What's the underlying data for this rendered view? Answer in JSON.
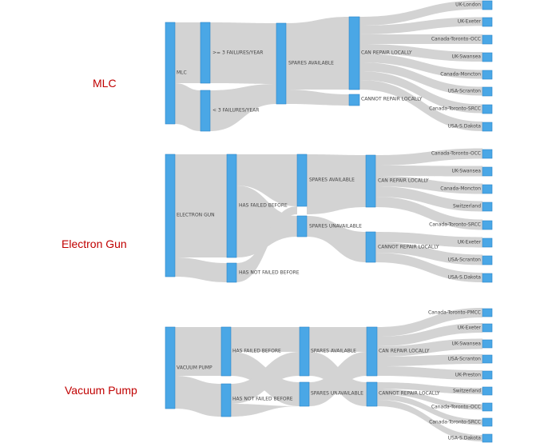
{
  "colors": {
    "node": "#4aa7e6",
    "node_stroke": "#2e86c9",
    "link": "#d3d3d3",
    "title": "#c00000"
  },
  "panels": [
    {
      "title": "MLC",
      "nodes": {
        "mlc": "MLC",
        "ge3": ">= 3 FAILURES/YEAR",
        "lt3": "< 3 FAILURES/YEAR",
        "spares": "SPARES AVAILABLE",
        "repair": "CAN REPAIR LOCALLY",
        "norepair": "CANNOT REPAIR LOCALLY",
        "d1": "UK-London",
        "d2": "UK-Exeter",
        "d3": "Canada-Toronto-OCC",
        "d4": "UK-Swansea",
        "d5": "Canada-Moncton",
        "d6": "USA-Scranton",
        "d7": "Canada-Toronto-SRCC",
        "d8": "USA-S.Dakota"
      }
    },
    {
      "title": "Electron Gun",
      "nodes": {
        "eg": "ELECTRON GUN",
        "failed": "HAS FAILED BEFORE",
        "notfailed": "HAS NOT FAILED BEFORE",
        "spares": "SPARES AVAILABLE",
        "unavail": "SPARES UNAVAILABLE",
        "repair": "CAN REPAIR LOCALLY",
        "norepair": "CANNOT REPAIR LOCALLY",
        "d1": "Canada-Toronto-OCC",
        "d2": "UK-Swansea",
        "d3": "Canada-Moncton",
        "d4": "Switzerland",
        "d5": "Canada-Toronto-SRCC",
        "d6": "UK-Exeter",
        "d7": "USA-Scranton",
        "d8": "USA-S.Dakota"
      }
    },
    {
      "title": "Vacuum Pump",
      "nodes": {
        "vp": "VACUUM PUMP",
        "failed": "HAS FAILED BEFORE",
        "notfailed": "HAS NOT FAILED BEFORE",
        "spares": "SPARES AVAILABLE",
        "unavail": "SPARES UNAVAILABLE",
        "repair": "CAN REPAIR LOCALLY",
        "norepair": "CANNOT REPAIR LOCALLY",
        "d1": "Canada-Toronto-PMCC",
        "d2": "UK-Exeter",
        "d3": "UK-Swansea",
        "d4": "USA-Scranton",
        "d5": "UK-Preston",
        "d6": "Switzerland",
        "d7": "Canada-Toronto-OCC",
        "d8": "Canada-Toronto-SRCC",
        "d9": "USA-S.Dakota"
      }
    }
  ]
}
